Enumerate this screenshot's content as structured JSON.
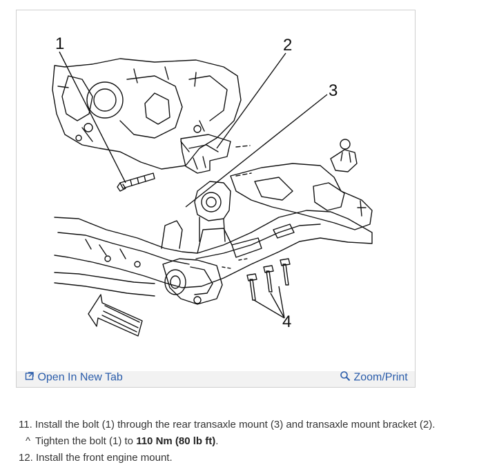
{
  "figure": {
    "callouts": [
      "1",
      "2",
      "3",
      "4"
    ],
    "open_new_tab_label": "Open In New Tab",
    "zoom_print_label": "Zoom/Print",
    "icons": [
      "open-tab-icon",
      "magnifier-icon"
    ]
  },
  "instructions": {
    "step11": "11. Install the bolt (1) through the rear transaxle mount (3) and transaxle mount bracket (2).",
    "step11_sub_marker": "^",
    "step11_sub_text": "Tighten the bolt (1) to",
    "step11_sub_torque": "110 Nm (80 lb ft)",
    "step11_sub_end": ".",
    "step12": "12. Install the front engine mount."
  },
  "colors": {
    "link": "#2a5caa",
    "frame_border": "#cfcfcf",
    "footer_bg": "#f2f2f2"
  }
}
